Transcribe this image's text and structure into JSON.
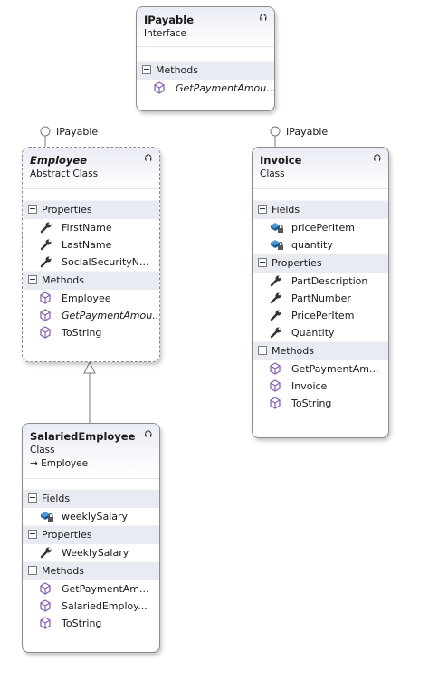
{
  "ipayable": {
    "title": "IPayable",
    "stereotype": "Interface",
    "sections": {
      "methods": "Methods"
    },
    "methods": [
      "GetPaymentAmou..."
    ]
  },
  "employee": {
    "title": "Employee",
    "stereotype": "Abstract Class",
    "interface_label": "IPayable",
    "sections": {
      "properties": "Properties",
      "methods": "Methods"
    },
    "properties": [
      "FirstName",
      "LastName",
      "SocialSecurityN..."
    ],
    "methods": [
      "Employee",
      "GetPaymentAmou...",
      "ToString"
    ]
  },
  "invoice": {
    "title": "Invoice",
    "stereotype": "Class",
    "interface_label": "IPayable",
    "sections": {
      "fields": "Fields",
      "properties": "Properties",
      "methods": "Methods"
    },
    "fields": [
      "pricePerItem",
      "quantity"
    ],
    "properties": [
      "PartDescription",
      "PartNumber",
      "PricePerItem",
      "Quantity"
    ],
    "methods": [
      "GetPaymentAm...",
      "Invoice",
      "ToString"
    ]
  },
  "salaried": {
    "title": "SalariedEmployee",
    "stereotype": "Class",
    "base": "→ Employee",
    "sections": {
      "fields": "Fields",
      "properties": "Properties",
      "methods": "Methods"
    },
    "fields": [
      "weeklySalary"
    ],
    "properties": [
      "WeeklySalary"
    ],
    "methods": [
      "GetPaymentAm...",
      "SalariedEmploy...",
      "ToString"
    ]
  },
  "icons": {
    "collapse": "⮉",
    "method": "method-cube-icon",
    "property": "property-wrench-icon",
    "field": "field-lock-icon"
  },
  "colors": {
    "method": "#8a64b4",
    "field": "#1f6fb5",
    "property": "#3a3a3a",
    "header_bg": "#e8ebf2",
    "border": "#8c8c8c"
  }
}
